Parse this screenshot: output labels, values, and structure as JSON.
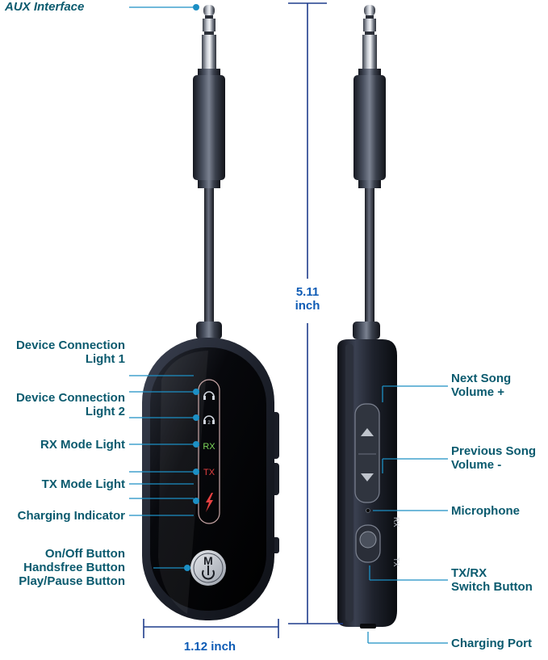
{
  "colors": {
    "label": "#0a5a6e",
    "leader": "#1c8fc4",
    "dimension": "#1f3d8c",
    "dimension_text": "#0d5bb5",
    "body": "#1b1f2c",
    "rx_light": "#7cd65a",
    "tx_light": "#e64040",
    "charge_light": "#e64040"
  },
  "callouts": {
    "aux_interface": "AUX Interface",
    "device_light_1": [
      "Device Connection",
      "Light 1"
    ],
    "device_light_2": [
      "Device Connection",
      "Light 2"
    ],
    "rx_mode_light": "RX Mode Light",
    "tx_mode_light": "TX Mode Light",
    "charging_indicator": "Charging Indicator",
    "multi_button": [
      "On/Off Button",
      "Handsfree Button",
      "Play/Pause Button"
    ],
    "next_song": [
      "Next Song",
      "Volume +"
    ],
    "previous_song": [
      "Previous Song",
      "Volume -"
    ],
    "microphone": "Microphone",
    "txrx_switch": [
      "TX/RX",
      "Switch Button"
    ],
    "charging_port": "Charging Port"
  },
  "dimensions": {
    "height": [
      "5.11",
      "inch"
    ],
    "width": "1.12 inch"
  },
  "panel_marks": {
    "rx": "RX",
    "tx": "TX",
    "button_letter": "M",
    "side_rx": "RX",
    "side_tx": "TX"
  },
  "icons": {
    "headphone_1": "headphone-1-icon",
    "headphone_2": "headphone-2-icon",
    "lightning": "lightning-icon",
    "power": "power-icon",
    "up_arrow": "triangle-up-icon",
    "down_arrow": "triangle-down-icon"
  }
}
